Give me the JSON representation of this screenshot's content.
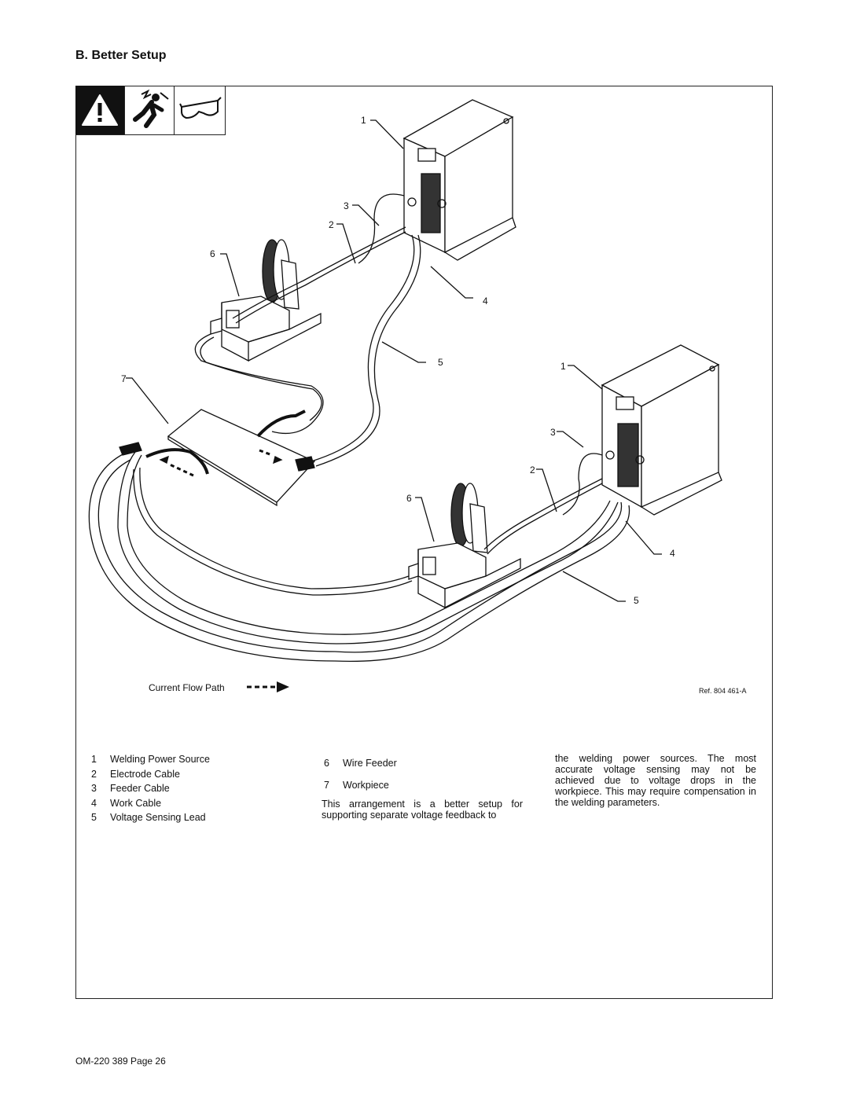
{
  "section_title": "B.  Better Setup",
  "diagram": {
    "callouts": {
      "upper_power_source": "1",
      "upper_feeder_cable": "3",
      "upper_electrode_cable": "2",
      "upper_wire_feeder": "6",
      "upper_work_cable": "4",
      "upper_sensing_lead": "5",
      "workpiece": "7",
      "lower_power_source": "1",
      "lower_feeder_cable": "3",
      "lower_electrode_cable": "2",
      "lower_wire_feeder": "6",
      "lower_work_cable": "4",
      "lower_sensing_lead": "5"
    },
    "current_flow_label": "Current Flow Path",
    "ref": "Ref. 804 461-A"
  },
  "legend": {
    "col1": [
      {
        "num": "1",
        "label": "Welding Power Source"
      },
      {
        "num": "2",
        "label": "Electrode Cable"
      },
      {
        "num": "3",
        "label": "Feeder Cable"
      },
      {
        "num": "4",
        "label": "Work Cable"
      },
      {
        "num": "5",
        "label": "Voltage Sensing Lead"
      }
    ],
    "col2": [
      {
        "num": "6",
        "label": "Wire Feeder"
      },
      {
        "num": "7",
        "label": "Workpiece"
      }
    ]
  },
  "paragraph": {
    "part1": "This arrangement is a better setup for supporting separate voltage feedback to",
    "part2": "the welding power sources. The most accurate voltage sensing may not be achieved due to voltage drops in the workpiece. This may require compensation in the welding parameters."
  },
  "footer": "OM-220 389 Page 26"
}
